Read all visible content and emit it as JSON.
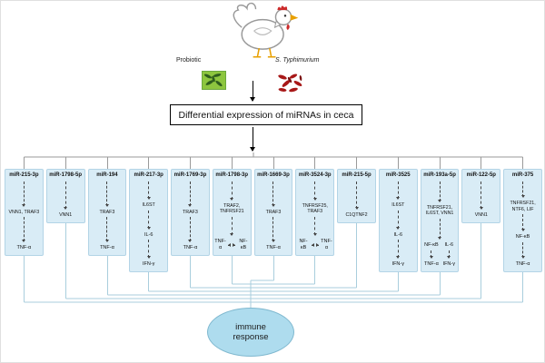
{
  "header": {
    "probiotic_label": "Probiotic",
    "pathogen_label": "S. Typhimurium",
    "main_text": "Differential expression of miRNAs in ceca"
  },
  "immune_response": "immune response",
  "colors": {
    "box_fill": "#d9ecf6",
    "ellipse_fill": "#aedcee",
    "connector_blue": "#a9cedd",
    "tree_gray": "#9a9a9a"
  },
  "mirna_boxes": [
    {
      "mirna": "miR-215-3p",
      "targets": "VNN1, TRAF3",
      "e1": "TNF-α"
    },
    {
      "mirna": "miR-1798-5p",
      "targets": "VNN1"
    },
    {
      "mirna": "miR-194",
      "targets": "TRAF3",
      "e1": "TNF-α"
    },
    {
      "mirna": "miR-217-3p",
      "targets": "IL6ST",
      "e1": "IL-6",
      "e2": "IFN-γ"
    },
    {
      "mirna": "miR-1769-3p",
      "targets": "TRAF3",
      "e1": "TNF-α"
    },
    {
      "mirna": "miR-1798-3p",
      "targets": "TRAF2, TNFRSF21",
      "left": "TNF-α",
      "right": "NF-κB"
    },
    {
      "mirna": "miR-1669-3p",
      "targets": "TRAF3",
      "e1": "TNF-α"
    },
    {
      "mirna": "miR-3524-3p",
      "targets": "TNFRSF25, TRAF3",
      "left": "NF-κB",
      "right": "TNF-α"
    },
    {
      "mirna": "miR-215-5p",
      "targets": "C1QTNF2"
    },
    {
      "mirna": "miR-3525",
      "targets": "IL6ST",
      "e1": "IL-6",
      "e2": "IFN-γ"
    },
    {
      "mirna": "miR-193a-5p",
      "targets": "TNFRSF21, IL6ST, VNN1",
      "col1": [
        "NF-κB",
        "TNF-α"
      ],
      "col2": [
        "IL-6",
        "IFN-γ"
      ]
    },
    {
      "mirna": "miR-122-5p",
      "targets": "VNN1"
    },
    {
      "mirna": "miR-375",
      "targets": "TNFRSF21, NTF6, LIF",
      "e1": "NF-κB",
      "e2": "TNF-α"
    }
  ]
}
